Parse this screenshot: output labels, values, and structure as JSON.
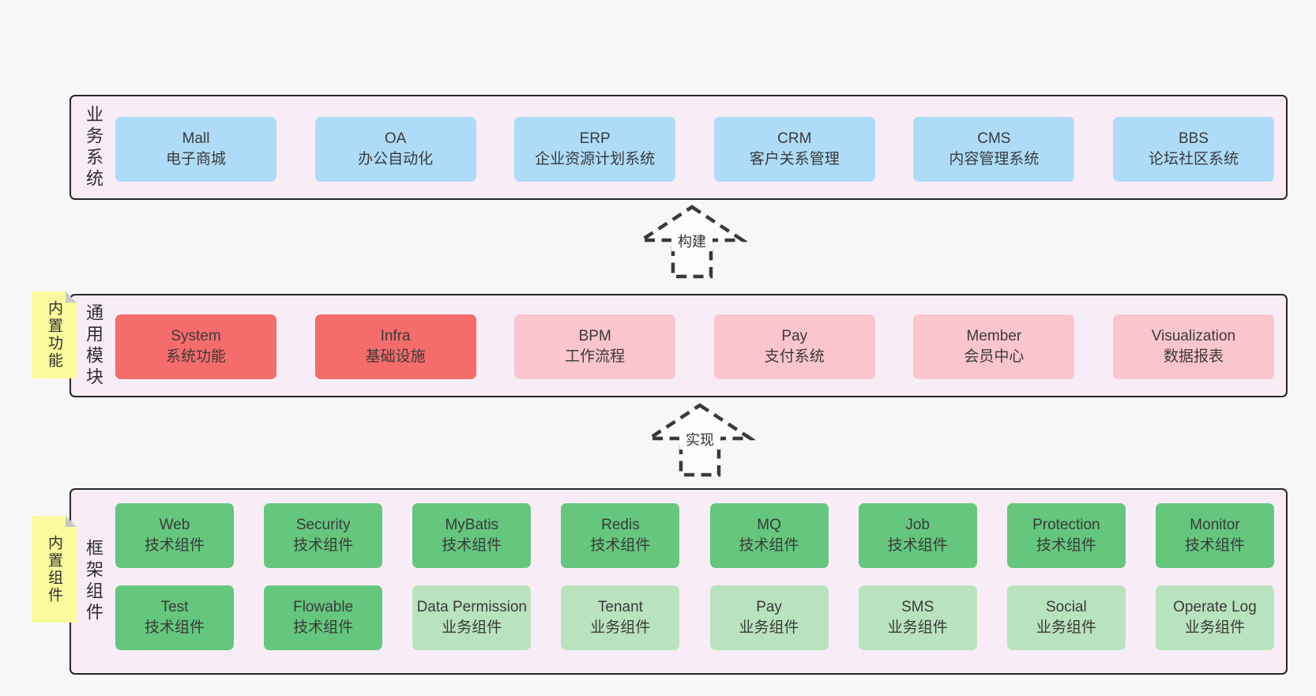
{
  "colors": {
    "page_bg": "#f7f7f7",
    "panel_bg": "#f8edf6",
    "panel_border": "#262626",
    "text": "#3a3a3a",
    "blue": "#aedcf8",
    "red": "#f56c6c",
    "pink": "#fbc5ce",
    "green": "#64c77d",
    "green_light": "#b9e3be",
    "note_yellow": "#fbfa9d",
    "note_fold": "#c9c9c9",
    "arrow_fill": "#fdfdfd",
    "arrow_stroke": "#3a3a3a"
  },
  "panels": [
    {
      "label": "业务系统",
      "rows": [
        [
          {
            "title": "Mall",
            "subtitle": "电子商城",
            "variant": "blue"
          },
          {
            "title": "OA",
            "subtitle": "办公自动化",
            "variant": "blue"
          },
          {
            "title": "ERP",
            "subtitle": "企业资源计划系统",
            "variant": "blue"
          },
          {
            "title": "CRM",
            "subtitle": "客户关系管理",
            "variant": "blue"
          },
          {
            "title": "CMS",
            "subtitle": "内容管理系统",
            "variant": "blue"
          },
          {
            "title": "BBS",
            "subtitle": "论坛社区系统",
            "variant": "blue"
          }
        ]
      ]
    },
    {
      "label": "通用模块",
      "note": "内置功能",
      "rows": [
        [
          {
            "title": "System",
            "subtitle": "系统功能",
            "variant": "red"
          },
          {
            "title": "Infra",
            "subtitle": "基础设施",
            "variant": "red"
          },
          {
            "title": "BPM",
            "subtitle": "工作流程",
            "variant": "pink"
          },
          {
            "title": "Pay",
            "subtitle": "支付系统",
            "variant": "pink"
          },
          {
            "title": "Member",
            "subtitle": "会员中心",
            "variant": "pink"
          },
          {
            "title": "Visualization",
            "subtitle": "数据报表",
            "variant": "pink"
          }
        ]
      ]
    },
    {
      "label": "框架组件",
      "note": "内置组件",
      "rows": [
        [
          {
            "title": "Web",
            "subtitle": "技术组件",
            "variant": "green"
          },
          {
            "title": "Security",
            "subtitle": "技术组件",
            "variant": "green"
          },
          {
            "title": "MyBatis",
            "subtitle": "技术组件",
            "variant": "green"
          },
          {
            "title": "Redis",
            "subtitle": "技术组件",
            "variant": "green"
          },
          {
            "title": "MQ",
            "subtitle": "技术组件",
            "variant": "green"
          },
          {
            "title": "Job",
            "subtitle": "技术组件",
            "variant": "green"
          },
          {
            "title": "Protection",
            "subtitle": "技术组件",
            "variant": "green"
          },
          {
            "title": "Monitor",
            "subtitle": "技术组件",
            "variant": "green"
          }
        ],
        [
          {
            "title": "Test",
            "subtitle": "技术组件",
            "variant": "green"
          },
          {
            "title": "Flowable",
            "subtitle": "技术组件",
            "variant": "green"
          },
          {
            "title": "Data Permission",
            "subtitle": "业务组件",
            "variant": "green_light"
          },
          {
            "title": "Tenant",
            "subtitle": "业务组件",
            "variant": "green_light"
          },
          {
            "title": "Pay",
            "subtitle": "业务组件",
            "variant": "green_light"
          },
          {
            "title": "SMS",
            "subtitle": "业务组件",
            "variant": "green_light"
          },
          {
            "title": "Social",
            "subtitle": "业务组件",
            "variant": "green_light"
          },
          {
            "title": "Operate Log",
            "subtitle": "业务组件",
            "variant": "green_light"
          }
        ]
      ]
    }
  ],
  "arrows": [
    {
      "label": "构建"
    },
    {
      "label": "实现"
    }
  ]
}
